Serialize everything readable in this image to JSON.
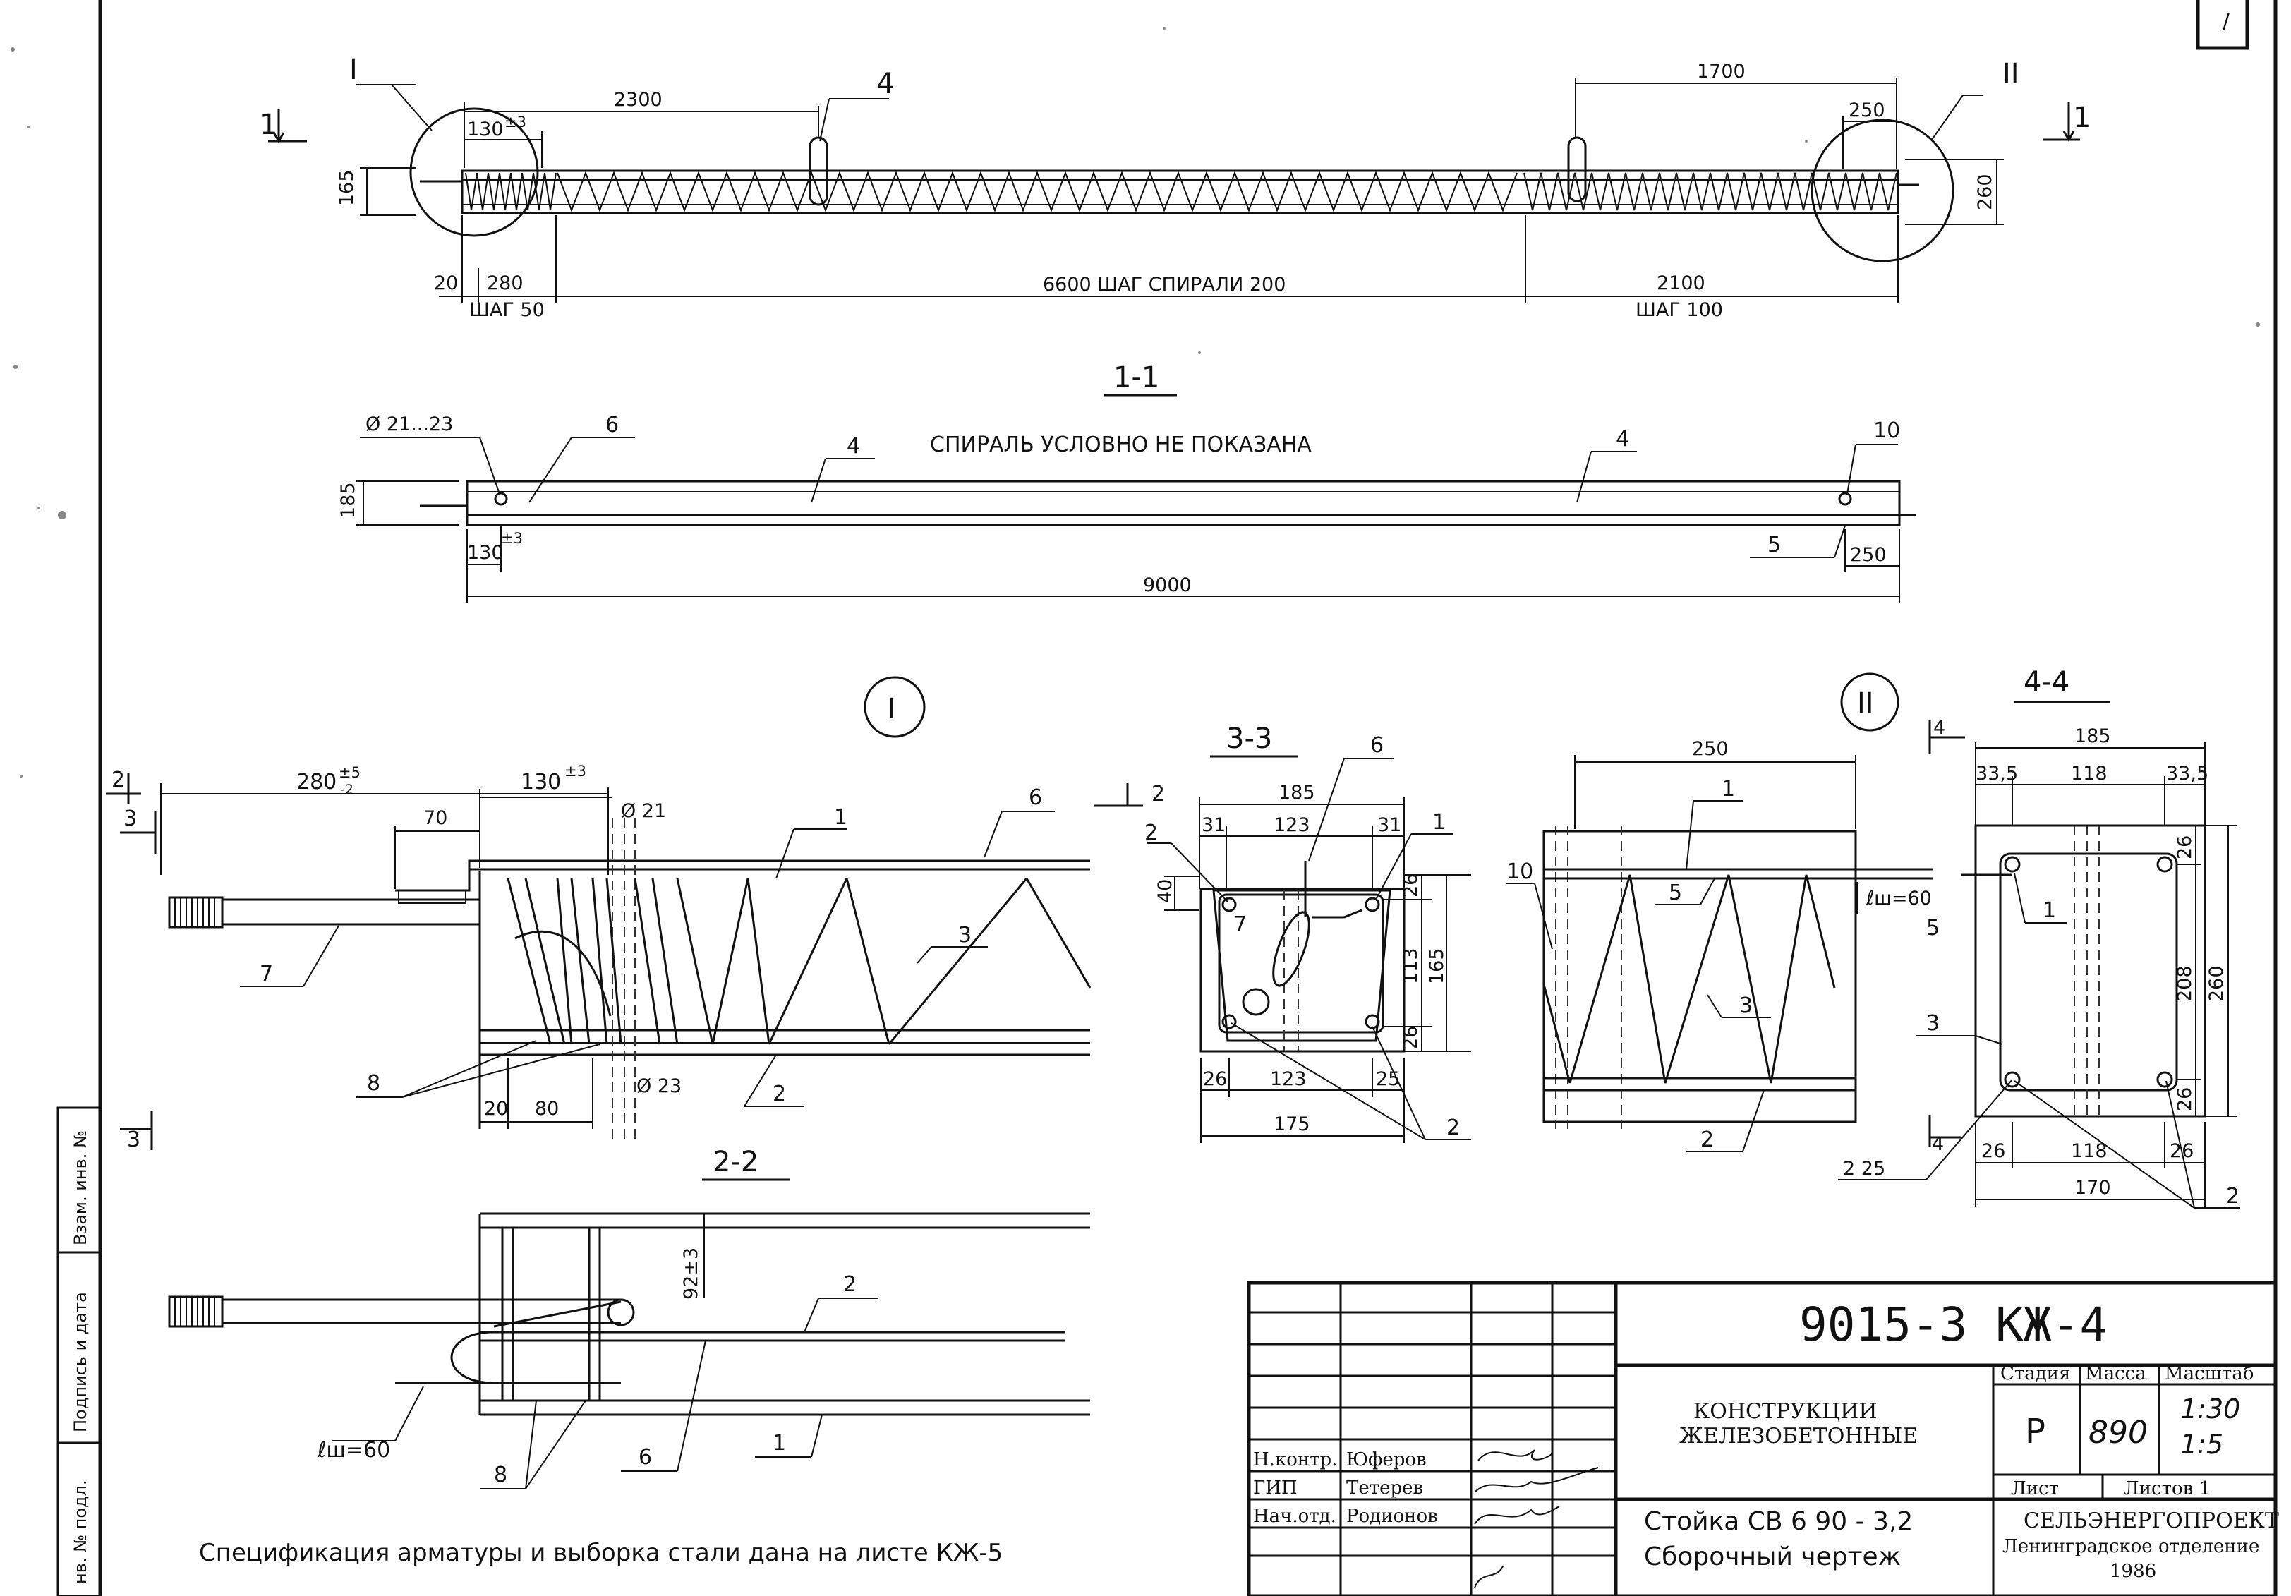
{
  "sheet": {
    "code": "9015-3 КЖ-4",
    "corner_mark": "/",
    "footnote": "Спецификация арматуры и выборка стали дана на листе КЖ-5"
  },
  "title_block": {
    "section_title": "КОНСТРУКЦИИ\nЖЕЛЕЗОБЕТОННЫЕ",
    "drawing_title": "Стойка СВ 6 90 - 3,2",
    "drawing_subtitle": "Сборочный чертеж",
    "stage_header": "Стадия",
    "mass_header": "Масса",
    "scale_header": "Масштаб",
    "stage": "Р",
    "mass": "890",
    "scale_1": "1:30",
    "scale_2": "1:5",
    "sheet_label": "Лист",
    "sheets_label": "Листов 1",
    "organization": "СЕЛЬЭНЕРГОПРОЕКТ",
    "department": "Ленинградское отделение",
    "year": "1986",
    "signatures": [
      {
        "role": "Н.контр.",
        "name": "Юферов"
      },
      {
        "role": "ГИП",
        "name": "Тетерев"
      },
      {
        "role": "Нач.отд.",
        "name": "Родионов"
      }
    ]
  },
  "side_stamp": {
    "replaced": "Взам. инв. №",
    "signature_date": "Подпись и дата",
    "original_no": "нв. № подл."
  },
  "views": {
    "elevation": {
      "callout_1": "I",
      "callout_2": "II",
      "section_mark": "1",
      "label_4": "4",
      "dims": {
        "d2300": "2300",
        "d130": "130",
        "tol3": "±3",
        "d165": "165",
        "d20": "20",
        "d280": "280",
        "step50": "ШАГ 50",
        "d6600": "6600 ШАГ СПИРАЛИ 200",
        "d1700": "1700",
        "d250": "250",
        "d260": "260",
        "d2100": "2100",
        "step100": "ШАГ 100"
      }
    },
    "section_1_1": {
      "title": "1-1",
      "note": "СПИРАЛЬ УСЛОВНО НЕ ПОКАЗАНА",
      "dia": "Ø 21...23",
      "l6": "6",
      "l4": "4",
      "l10": "10",
      "l5": "5",
      "d185": "185",
      "d130": "130",
      "tol3": "±3",
      "d250": "250",
      "d9000": "9000"
    },
    "detail_1": {
      "callout": "I",
      "d280": "280",
      "tol": "±5",
      "tol_low": "-2",
      "d130": "130",
      "tol3": "±3",
      "d70": "70",
      "dia21": "Ø 21",
      "dia23": "Ø 23",
      "d20": "20",
      "d80": "80",
      "l1": "1",
      "l2": "2",
      "l3": "3",
      "l6": "6",
      "l7": "7",
      "l8": "8",
      "mark2": "2",
      "mark3": "3"
    },
    "section_2_2": {
      "title": "2-2",
      "d92": "92±3",
      "lw60": "ℓш=60",
      "l1": "1",
      "l2": "2",
      "l6": "6",
      "l8": "8"
    },
    "section_3_3": {
      "title": "3-3",
      "d185": "185",
      "d31a": "31",
      "d123a": "123",
      "d31b": "31",
      "d40": "40",
      "d26a": "26",
      "d113": "113",
      "d165": "165",
      "d26b": "26",
      "d26c": "26",
      "d123b": "123",
      "d25": "25",
      "d175": "175",
      "l1": "1",
      "l2": "2",
      "l6": "6",
      "l7": "7",
      "lz": "2"
    },
    "detail_2": {
      "callout": "II",
      "d250": "250",
      "l1": "1",
      "l3": "3",
      "l5": "5",
      "l10": "10",
      "l2": "2",
      "lw60": "ℓш=60"
    },
    "section_4_4": {
      "title": "4-4",
      "mark": "4",
      "d185": "185",
      "d335a": "33,5",
      "d118a": "118",
      "d335b": "33,5",
      "d26a": "26",
      "d208": "208",
      "d260": "260",
      "d26b": "26",
      "d26c": "26",
      "d118b": "118",
      "d26d": "26",
      "d170": "170",
      "l1": "1",
      "l3": "3",
      "l5": "5",
      "l2": "2",
      "l225": "2 25"
    }
  }
}
